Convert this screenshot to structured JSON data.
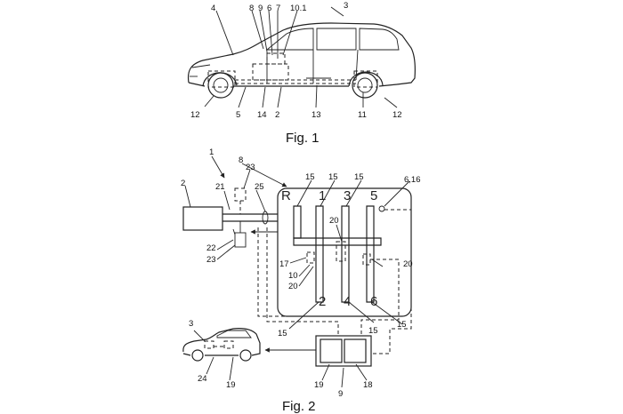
{
  "fig1": {
    "caption": "Fig. 1",
    "labels": {
      "l3": "3",
      "l4": "4",
      "l8": "8",
      "l9": "9",
      "l6": "6",
      "l7": "7",
      "l10_1": "10.1",
      "l12a": "12",
      "l5": "5",
      "l14": "14",
      "l2": "2",
      "l13": "13",
      "l11": "11",
      "l12b": "12"
    }
  },
  "fig2": {
    "caption": "Fig. 2",
    "labels": {
      "l1": "1",
      "l23a": "23",
      "l8": "8",
      "l2": "2",
      "l21": "21",
      "l25": "25",
      "l22": "22",
      "l23b": "23",
      "l15a": "15",
      "l15b": "15",
      "l15c": "15",
      "l6_16": "6,16",
      "l20a": "20",
      "l17": "17",
      "l10": "10",
      "l20b": "20",
      "l20c": "20",
      "l15d": "15",
      "l15e": "15",
      "l15f": "15",
      "l3": "3",
      "l24": "24",
      "l19a": "19",
      "l19b": "19",
      "l18": "18",
      "l9": "9"
    },
    "gears": {
      "g_r": "R",
      "g_1": "1",
      "g_3": "3",
      "g_5": "5",
      "g_2": "2",
      "g_4": "4",
      "g_6": "6"
    }
  }
}
